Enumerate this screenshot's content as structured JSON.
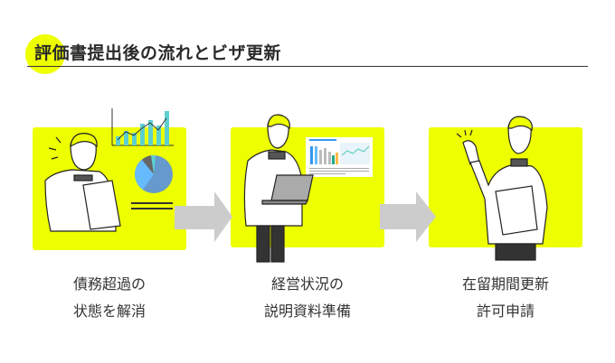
{
  "title": {
    "text": "評価書提出後の流れとビザ更新"
  },
  "colors": {
    "accent": "#eeff00",
    "arrow": "#cccccc",
    "text": "#333333"
  },
  "steps": [
    {
      "caption_line1": "債務超過の",
      "caption_line2": "状態を解消",
      "illustration": "person-reading-report-with-charts"
    },
    {
      "caption_line1": "経営状況の",
      "caption_line2": "説明資料準備",
      "illustration": "person-with-laptop-and-dashboard"
    },
    {
      "caption_line1": "在留期間更新",
      "caption_line2": "許可申請",
      "illustration": "person-cheering-with-document"
    }
  ]
}
